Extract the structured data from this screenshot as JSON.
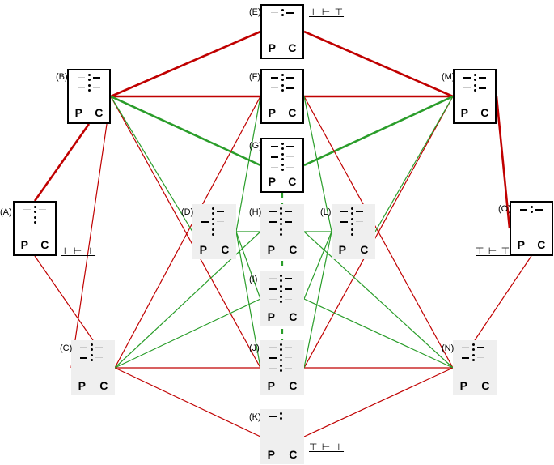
{
  "colors": {
    "red": "#c00000",
    "green": "#2a9d2a",
    "black": "#000000",
    "shade": "#efefef"
  },
  "nodes": [
    {
      "id": "A",
      "label": "(A)",
      "style": "bold",
      "p": "P",
      "c": "C",
      "rule": "⊥ ⊢ ⊥"
    },
    {
      "id": "B",
      "label": "(B)",
      "style": "bold",
      "p": "P",
      "c": "C"
    },
    {
      "id": "C",
      "label": "(C)",
      "style": "shaded",
      "p": "P",
      "c": "C"
    },
    {
      "id": "D",
      "label": "(D)",
      "style": "shaded",
      "p": "P",
      "c": "C"
    },
    {
      "id": "E",
      "label": "(E)",
      "style": "bold",
      "p": "P",
      "c": "C",
      "rule": "⊥ ⊢ ⊤"
    },
    {
      "id": "F",
      "label": "(F)",
      "style": "bold",
      "p": "P",
      "c": "C"
    },
    {
      "id": "G",
      "label": "(G)",
      "style": "bold",
      "p": "P",
      "c": "C"
    },
    {
      "id": "H",
      "label": "(H)",
      "style": "shaded",
      "p": "P",
      "c": "C"
    },
    {
      "id": "I",
      "label": "(I)",
      "style": "shaded",
      "p": "P",
      "c": "C"
    },
    {
      "id": "J",
      "label": "(J)",
      "style": "shaded",
      "p": "P",
      "c": "C"
    },
    {
      "id": "K",
      "label": "(K)",
      "style": "shaded",
      "p": "P",
      "c": "C",
      "rule": "⊤ ⊢ ⊥"
    },
    {
      "id": "L",
      "label": "(L)",
      "style": "shaded",
      "p": "P",
      "c": "C"
    },
    {
      "id": "M",
      "label": "(M)",
      "style": "bold",
      "p": "P",
      "c": "C"
    },
    {
      "id": "N",
      "label": "(N)",
      "style": "shaded",
      "p": "P",
      "c": "C"
    },
    {
      "id": "O",
      "label": "(O)",
      "style": "bold",
      "p": "P",
      "c": "C",
      "rule": "⊤ ⊢ ⊤"
    }
  ],
  "edges": [
    {
      "from": "A",
      "to": "B",
      "color": "red",
      "weight": "thick"
    },
    {
      "from": "B",
      "to": "E",
      "color": "red",
      "weight": "thick"
    },
    {
      "from": "E",
      "to": "M",
      "color": "red",
      "weight": "thick"
    },
    {
      "from": "M",
      "to": "O",
      "color": "red",
      "weight": "thick"
    },
    {
      "from": "B",
      "to": "F",
      "color": "red",
      "weight": "thick"
    },
    {
      "from": "F",
      "to": "M",
      "color": "red",
      "weight": "thick"
    },
    {
      "from": "B",
      "to": "G",
      "color": "green",
      "weight": "thick"
    },
    {
      "from": "G",
      "to": "M",
      "color": "green",
      "weight": "thick"
    },
    {
      "from": "A",
      "to": "C",
      "color": "red",
      "weight": "thin"
    },
    {
      "from": "O",
      "to": "N",
      "color": "red",
      "weight": "thin"
    },
    {
      "from": "B",
      "to": "C",
      "color": "red",
      "weight": "thin"
    },
    {
      "from": "B",
      "to": "J",
      "color": "red",
      "weight": "thin"
    },
    {
      "from": "F",
      "to": "C",
      "color": "red",
      "weight": "thin"
    },
    {
      "from": "F",
      "to": "N",
      "color": "red",
      "weight": "thin"
    },
    {
      "from": "M",
      "to": "J",
      "color": "red",
      "weight": "thin"
    },
    {
      "from": "C",
      "to": "J",
      "color": "red",
      "weight": "thin"
    },
    {
      "from": "J",
      "to": "N",
      "color": "red",
      "weight": "thin"
    },
    {
      "from": "C",
      "to": "K",
      "color": "red",
      "weight": "thin"
    },
    {
      "from": "K",
      "to": "N",
      "color": "red",
      "weight": "thin"
    },
    {
      "from": "B",
      "to": "D",
      "color": "green",
      "weight": "thin"
    },
    {
      "from": "F",
      "to": "D",
      "color": "green",
      "weight": "thin"
    },
    {
      "from": "M",
      "to": "L",
      "color": "green",
      "weight": "thin"
    },
    {
      "from": "F",
      "to": "L",
      "color": "green",
      "weight": "thin"
    },
    {
      "from": "D",
      "to": "H",
      "color": "green",
      "weight": "thin"
    },
    {
      "from": "H",
      "to": "L",
      "color": "green",
      "weight": "thin"
    },
    {
      "from": "D",
      "to": "I",
      "color": "green",
      "weight": "thin"
    },
    {
      "from": "I",
      "to": "L",
      "color": "green",
      "weight": "thin"
    },
    {
      "from": "D",
      "to": "J",
      "color": "green",
      "weight": "thin"
    },
    {
      "from": "L",
      "to": "J",
      "color": "green",
      "weight": "thin"
    },
    {
      "from": "C",
      "to": "I",
      "color": "green",
      "weight": "thin"
    },
    {
      "from": "I",
      "to": "N",
      "color": "green",
      "weight": "thin"
    },
    {
      "from": "C",
      "to": "H",
      "color": "green",
      "weight": "thin"
    },
    {
      "from": "H",
      "to": "N",
      "color": "green",
      "weight": "thin"
    },
    {
      "from": "G",
      "to": "J",
      "color": "green",
      "weight": "dashed"
    }
  ]
}
